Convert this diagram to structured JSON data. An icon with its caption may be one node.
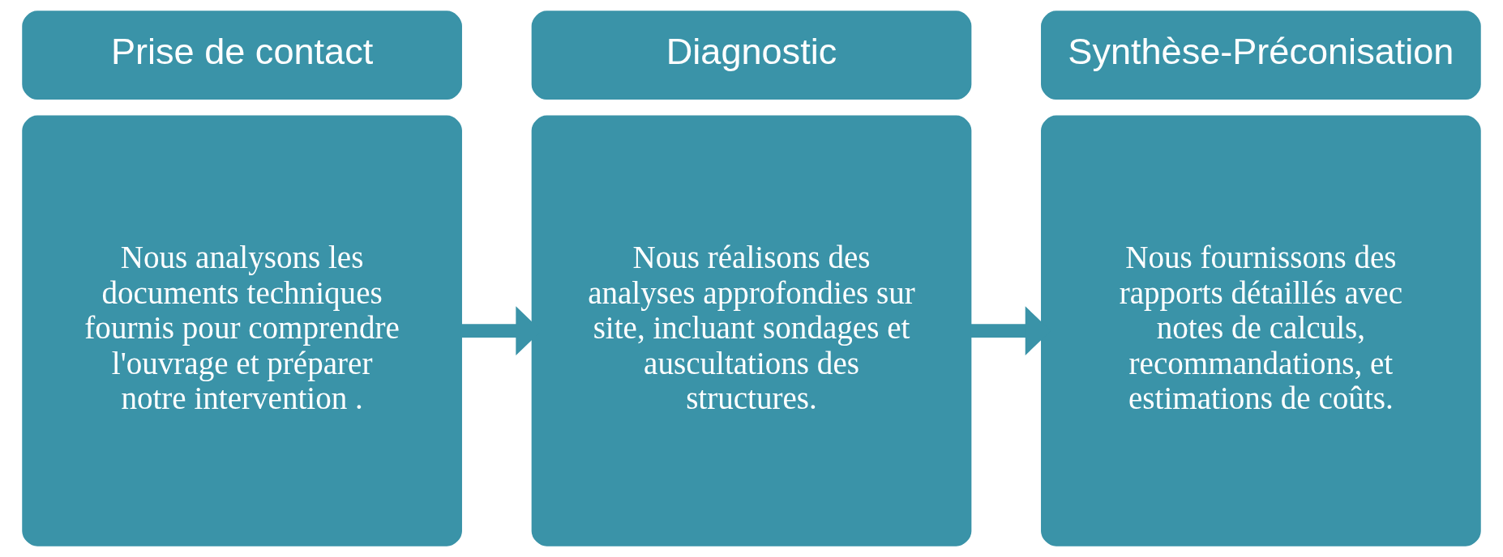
{
  "diagram": {
    "nodes": [
      {
        "text": [
          "Prise de contact"
        ]
      },
      {
        "text": [
          "Diagnostic"
        ]
      },
      {
        "text": [
          "Synthèse-Préconisation"
        ]
      },
      {
        "text": [
          "Nous analysons les documents techniques fournis pour comprendre l'ouvrage et préparer notre intervention ."
        ]
      },
      {
        "text": [
          "Nous réalisons des analyses approfondies sur site, incluant sondages et auscultations des structures."
        ]
      },
      {
        "text": [
          "Nous fournissons des rapports détaillés avec notes de calculs, recommandations, et estimations de coûts."
        ]
      }
    ],
    "edges": [
      {
        "from": 3,
        "to": 4,
        "arrow": "to"
      },
      {
        "from": 4,
        "to": 5,
        "arrow": "to"
      }
    ]
  }
}
